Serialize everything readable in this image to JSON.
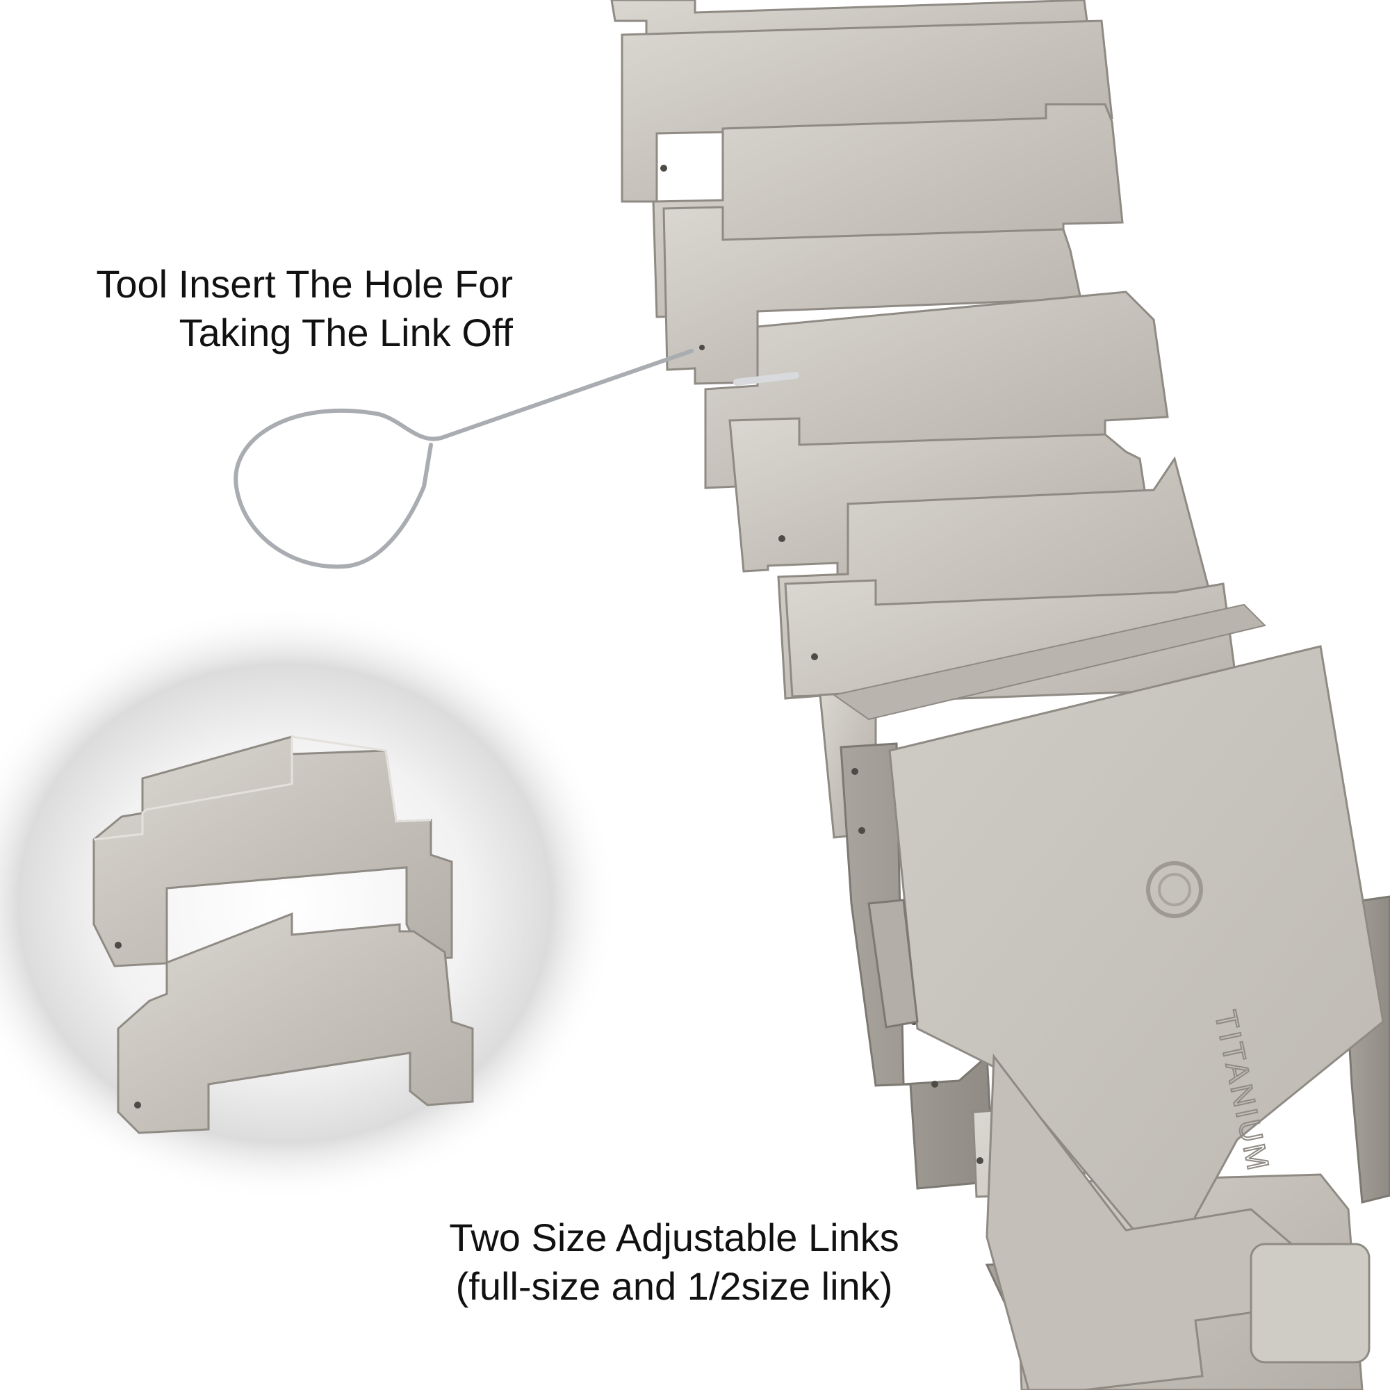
{
  "captions": {
    "tool": {
      "line1": "Tool  Insert The Hole For",
      "line2": "Taking The Link Off"
    },
    "links": {
      "line1": "Two Size Adjustable Links",
      "line2": "(full-size and 1/2size link)"
    }
  },
  "clasp": {
    "engraving": "TITANIUM"
  },
  "colors": {
    "background": "#ffffff",
    "metal_light": "#d2cfc9",
    "metal_mid": "#b9b5ae",
    "metal_dark": "#8f8b84",
    "tool_wire": "#a9acb0",
    "spotlight_shadow": "#c8c8c8",
    "text": "#111111"
  }
}
